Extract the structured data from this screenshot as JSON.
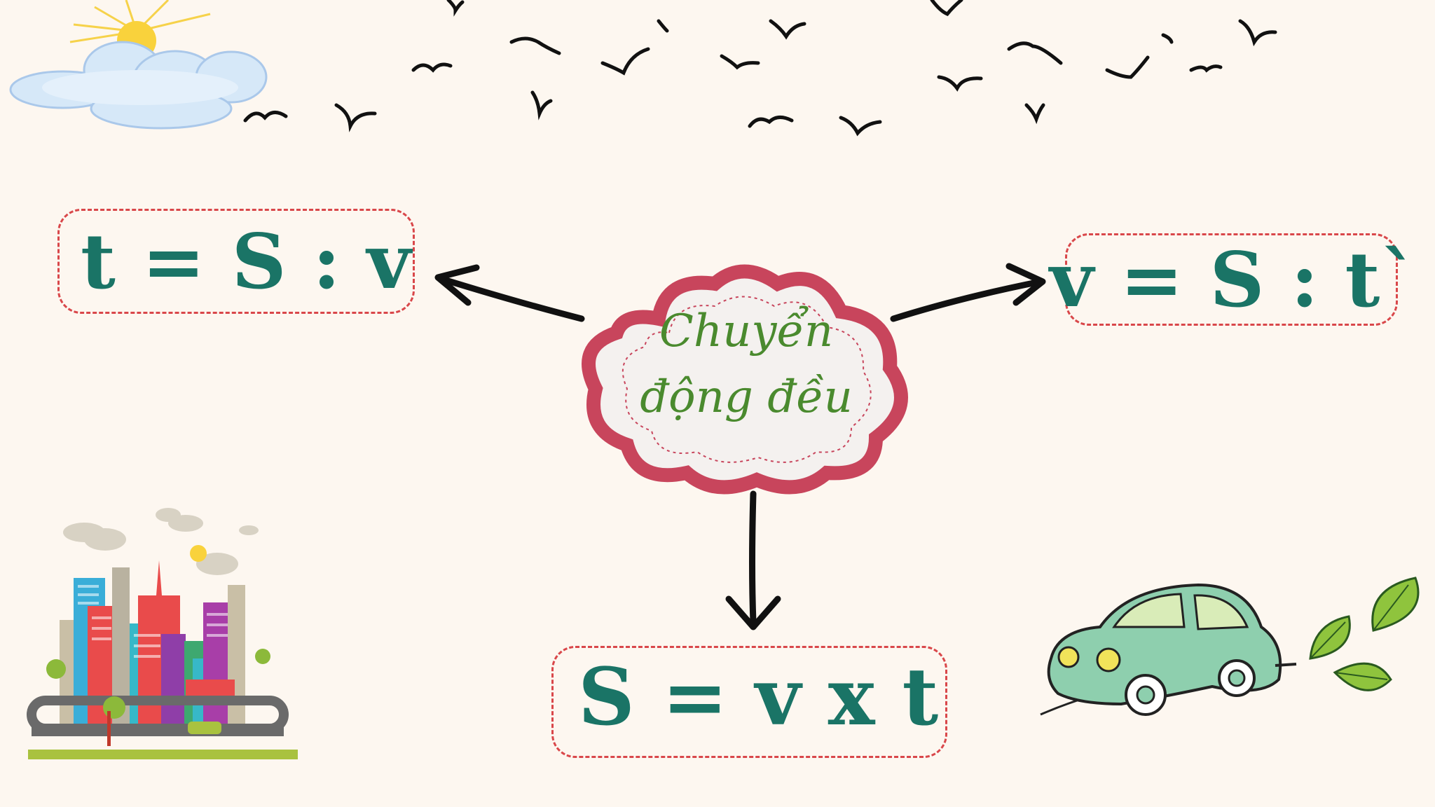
{
  "center": {
    "line1": "Chuyển",
    "line2": "động đều"
  },
  "formulas": {
    "left": "t = S : v",
    "right": "v = S : t`",
    "bottom": "S = v x t"
  },
  "colors": {
    "background": "#fdf7f0",
    "formula_text": "#1a7466",
    "dashed_border": "#d9474a",
    "cloud_border": "#c8455c",
    "center_text": "#4a8a2e",
    "arrow": "#111111"
  },
  "icons": [
    "sun-icon",
    "cloud-icon",
    "birds-icon",
    "city-icon",
    "car-icon",
    "leaves-icon"
  ]
}
